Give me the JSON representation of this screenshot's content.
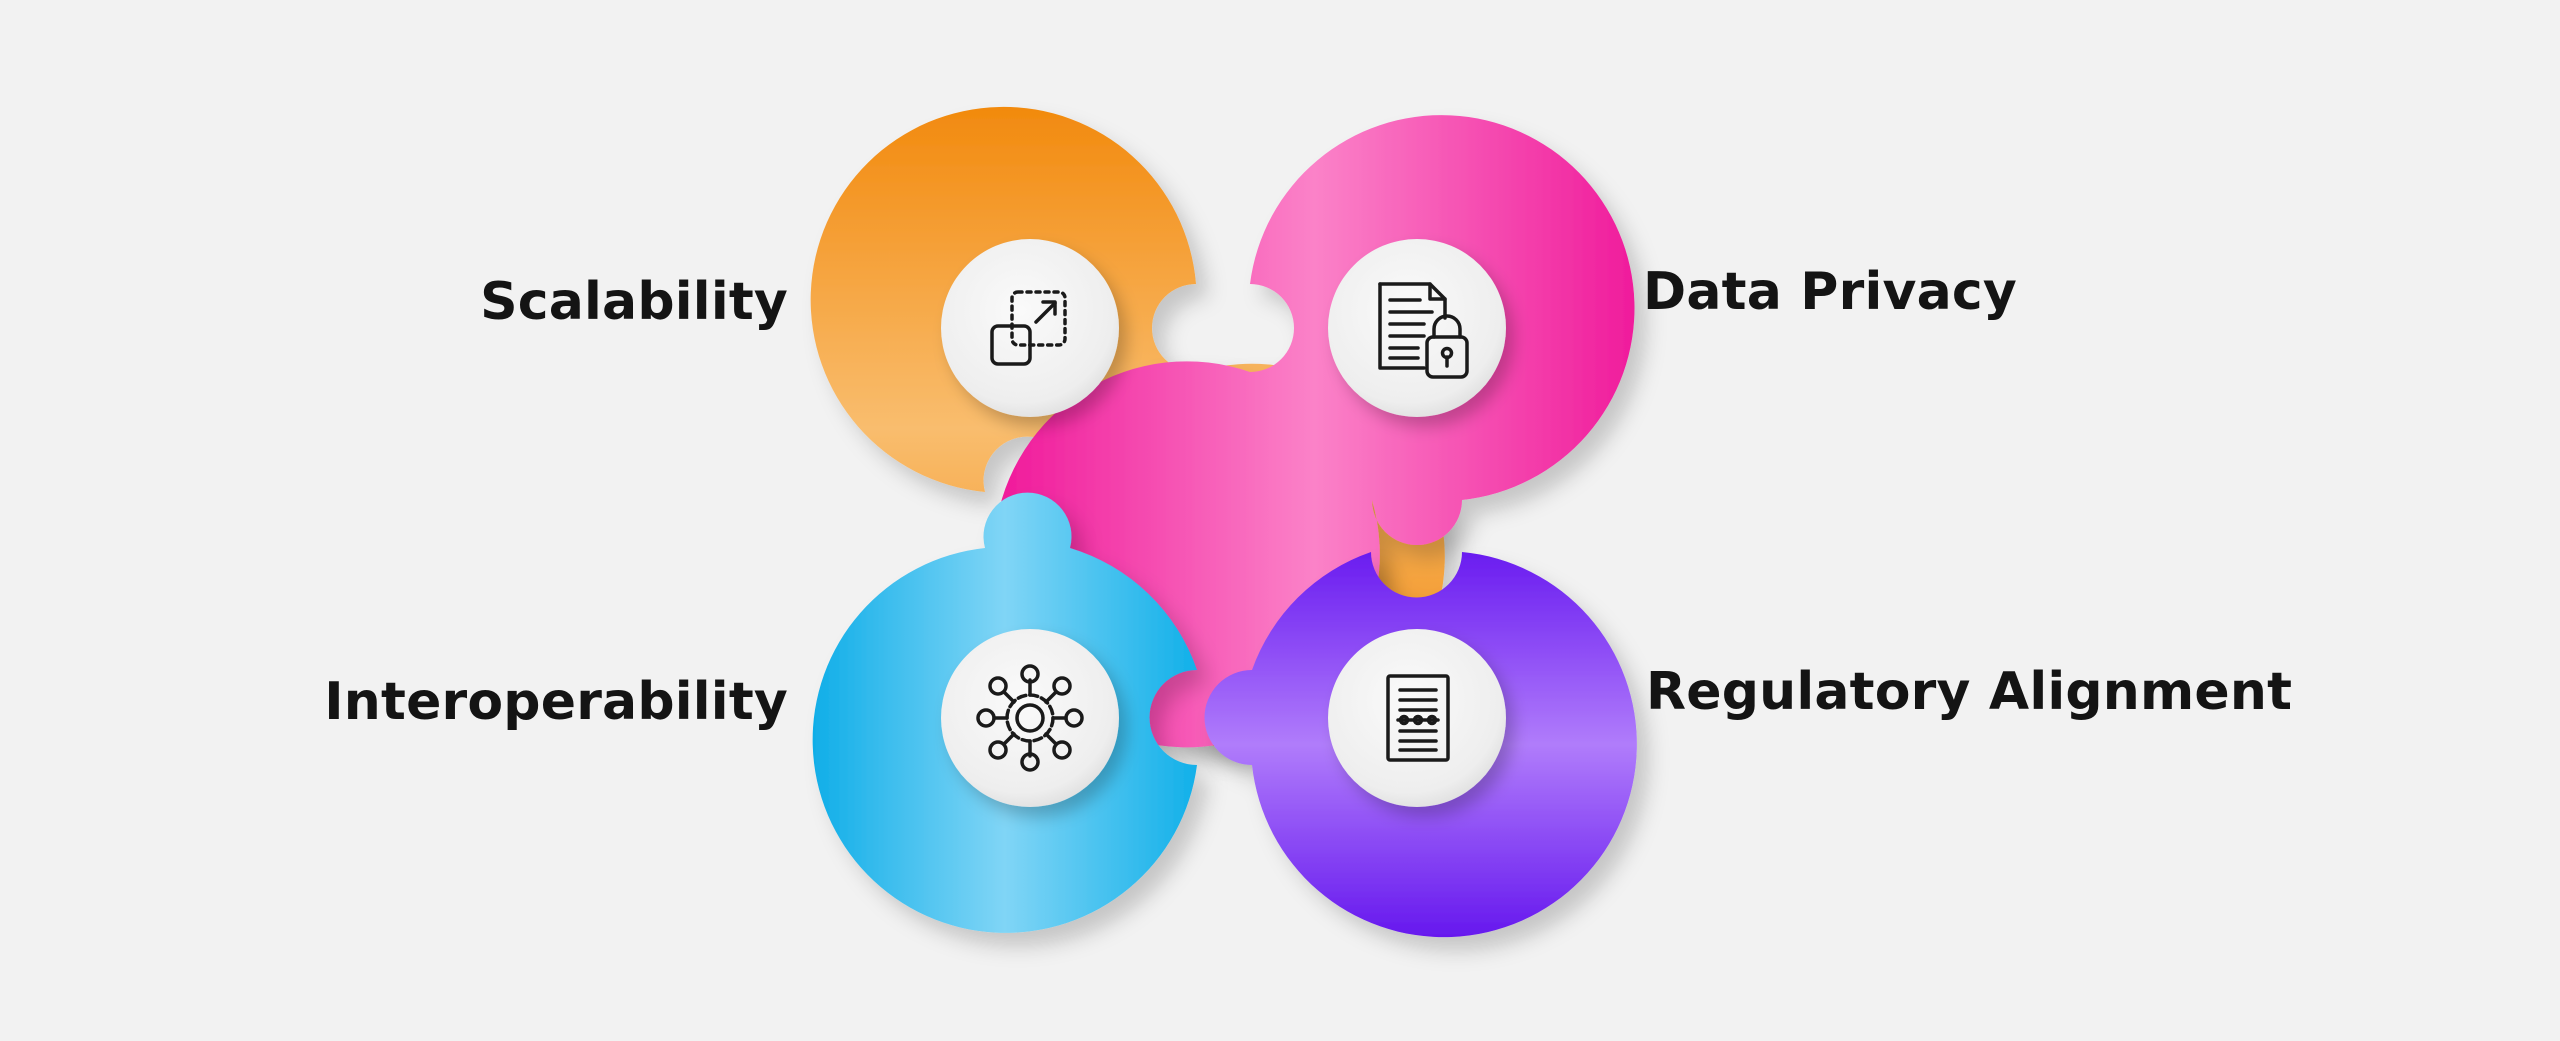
{
  "diagram": {
    "pieces": [
      {
        "id": "scalability",
        "label": "Scalability",
        "icon": "scale-up-icon",
        "colors": [
          "#f08a0c",
          "#f9bb6a"
        ]
      },
      {
        "id": "data-privacy",
        "label": "Data Privacy",
        "icon": "locked-document-icon",
        "colors": [
          "#f01c9c",
          "#fb7ec6"
        ]
      },
      {
        "id": "interoperability",
        "label": "Interoperability",
        "icon": "network-gear-icon",
        "colors": [
          "#12b0e9",
          "#7ad2f5"
        ]
      },
      {
        "id": "regulatory-alignment",
        "label": "Regulatory Alignment",
        "icon": "document-icon",
        "colors": [
          "#6c1ef0",
          "#ad70fb"
        ]
      }
    ]
  }
}
